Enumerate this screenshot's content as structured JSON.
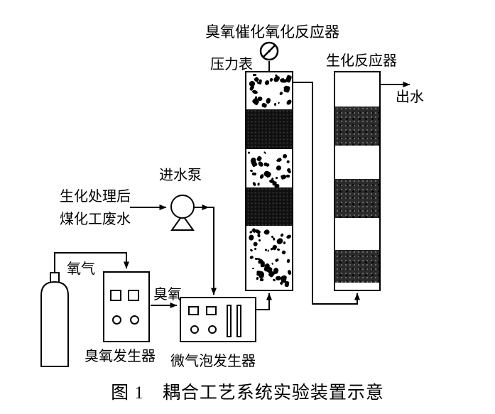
{
  "caption": "图 1　耦合工艺系统实验装置示意",
  "labels": {
    "ozone_reactor_title": "臭氧催化氧化反应器",
    "pressure_gauge": "压力表",
    "bio_reactor_title": "生化反应器",
    "effluent": "出水",
    "inlet_pump": "进水泵",
    "feed_line1": "生化处理后",
    "feed_line2": "煤化工废水",
    "oxygen": "氧气",
    "ozone": "臭氧",
    "ozone_generator": "臭氧发生器",
    "microbubble_generator": "微气泡发生器"
  },
  "ozone_reactor": {
    "label": "臭氧催化氧化反应器",
    "sections": [
      {
        "type": "speckled",
        "h": 52
      },
      {
        "type": "dark",
        "h": 56
      },
      {
        "type": "speckled",
        "h": 54
      },
      {
        "type": "dark",
        "h": 54
      },
      {
        "type": "speckled",
        "h": 90
      }
    ]
  },
  "bio_reactor": {
    "label": "生化反应器",
    "sections": [
      {
        "type": "empty",
        "h": 48
      },
      {
        "type": "dark",
        "h": 55
      },
      {
        "type": "empty",
        "h": 47
      },
      {
        "type": "dark",
        "h": 55
      },
      {
        "type": "empty",
        "h": 45
      },
      {
        "type": "dark",
        "h": 46
      },
      {
        "type": "empty",
        "h": 10
      }
    ]
  },
  "connections": [
    "生化处理后煤化工废水 → 进水泵",
    "进水泵 → 微气泡发生器",
    "氧气瓶 → 臭氧发生器",
    "臭氧发生器 → 微气泡发生器 (臭氧)",
    "微气泡发生器 → 臭氧催化氧化反应器",
    "臭氧催化氧化反应器 → 生化反应器",
    "生化反应器 → 出水"
  ],
  "colors": {
    "line": "#000000",
    "ozone_dark_band": "#101010",
    "bio_dark_band": "#2a2a2a",
    "background": "#ffffff"
  },
  "icons": {
    "pressure_gauge": "gauge-icon",
    "pump": "pump-icon",
    "oxygen_cylinder": "gas-cylinder-icon"
  }
}
